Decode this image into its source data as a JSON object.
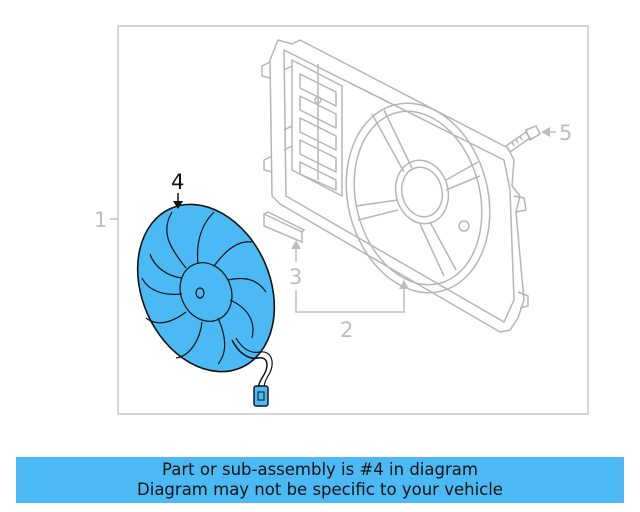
{
  "callouts": {
    "c1": "1",
    "c2": "2",
    "c3": "3",
    "c4": "4",
    "c5": "5"
  },
  "banner": {
    "line1": "Part or sub-assembly is #4 in diagram",
    "line2": "Diagram may not be specific to your vehicle"
  },
  "colors": {
    "highlight_part": "#4ab9f4",
    "banner_bg": "#4ab9f4",
    "faded_line": "#bdbdbd",
    "frame": "#c8c8c8"
  },
  "icons": {
    "fan": "cooling-fan-icon",
    "shroud": "fan-shroud-icon",
    "bolt": "bolt-icon",
    "bracket": "bracket-icon"
  }
}
